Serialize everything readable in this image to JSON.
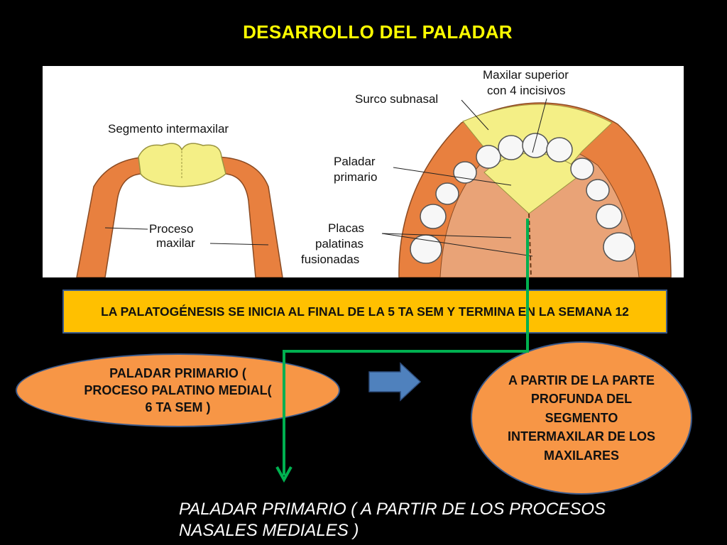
{
  "title": "DESARROLLO DEL PALADAR",
  "figure": {
    "labels": {
      "segmento_intermaxilar": "Segmento intermaxilar",
      "proceso_maxilar_1": "Proceso",
      "proceso_maxilar_2": "maxilar",
      "surco_subnasal": "Surco subnasal",
      "maxilar_superior_1": "Maxilar superior",
      "maxilar_superior_2": "con 4 incisivos",
      "paladar_primario_1": "Paladar",
      "paladar_primario_2": "primario",
      "placas_1": "Placas",
      "placas_2": "palatinas",
      "placas_3": "fusionadas"
    }
  },
  "banner": {
    "text": "LA PALATOGÉNESIS SE INICIA AL FINAL DE LA 5 TA SEM Y TERMINA EN LA SEMANA 12"
  },
  "left_ellipse": {
    "text": "PALADAR PRIMARIO ( PROCESO PALATINO MEDIAL( 6 TA SEM )"
  },
  "right_ellipse": {
    "text": "A PARTIR DE LA PARTE PROFUNDA DEL SEGMENTO INTERMAXILAR DE LOS MAXILARES"
  },
  "bottom_text": "PALADAR PRIMARIO  ( A PARTIR DE LOS PROCESOS NASALES MEDIALES )",
  "colors": {
    "title": "#ffff00",
    "banner_fill": "#ffc000",
    "ellipse_fill": "#f79646",
    "ellipse_border": "#3a5a8c",
    "arrow_fill": "#4f81bd",
    "connector": "#00b050",
    "maxilla": "#e8803f",
    "intermaxillary": "#f4ef86"
  }
}
